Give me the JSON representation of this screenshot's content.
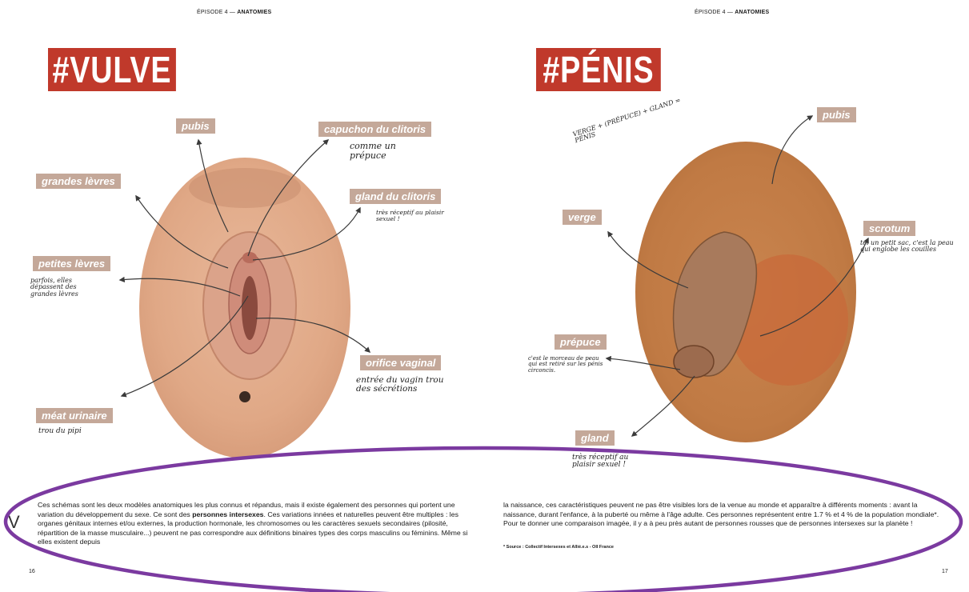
{
  "left": {
    "header_prefix": "ÉPISODE 4 — ",
    "header_bold": "ANATOMIES",
    "title": "#VULVE",
    "labels": {
      "pubis": "pubis",
      "capuchon": "capuchon du clitoris",
      "grandes": "grandes lèvres",
      "gland_clito": "gland du clitoris",
      "petites": "petites lèvres",
      "orifice": "orifice vaginal",
      "meat": "méat urinaire"
    },
    "notes": {
      "capuchon": "comme un prépuce",
      "gland_clito": "très réceptif au plaisir sexuel !",
      "petites": "parfois, elles dépassent des grandes lèvres",
      "orifice": "entrée du vagin trou des sécrétions",
      "meat": "trou du pipi"
    },
    "drop_cap": "V",
    "body_1": "Ces schémas sont les deux modèles anatomiques les plus connus et répandus, mais il existe également des personnes qui portent une variation du développement du sexe. Ce sont des ",
    "body_bold": "personnes intersexes",
    "body_2": ". Ces variations innées et naturelles peuvent être multiples : les organes génitaux internes et/ou externes, la production hormonale, les chromosomes ou les caractères sexuels secondaires (pilosité, répartition de la masse musculaire...) peuvent ne pas correspondre aux définitions binaires types des corps masculins ou féminins. Même si elles existent depuis",
    "page_number": "16"
  },
  "right": {
    "header_prefix": "ÉPISODE 4 — ",
    "header_bold": "ANATOMIES",
    "title": "#PÉNIS",
    "formula": "VERGE + (PRÉPUCE) + GLAND = PÉNIS",
    "labels": {
      "pubis": "pubis",
      "verge": "verge",
      "scrotum": "scrotum",
      "prepuce": "prépuce",
      "gland": "gland"
    },
    "notes": {
      "scrotum": "tel un petit sac, c'est la peau qui englobe les couilles",
      "prepuce": "c'est le morceau de peau qui est retiré sur les pénis circoncis.",
      "gland": "très réceptif au plaisir sexuel !"
    },
    "body_1": "la naissance, ces caractéristiques peuvent ne pas être visibles lors de la venue au monde et apparaître à différents moments : avant la naissance, durant l'enfance, à la puberté ou même à l'âge adulte. Ces personnes représentent entre 1.7 % et 4 % de la population mondiale*. Pour te donner une comparaison imagée, il y a à peu près autant de personnes rousses que de personnes intersexes sur la planète !",
    "footnote": "* Source : Collectif Intersexes et Allié.e.s - OII France",
    "page_number": "17"
  },
  "colors": {
    "title_bg": "#c0392b",
    "label_bg": "#c4a899",
    "highlight_ellipse": "#7b3aa0"
  }
}
